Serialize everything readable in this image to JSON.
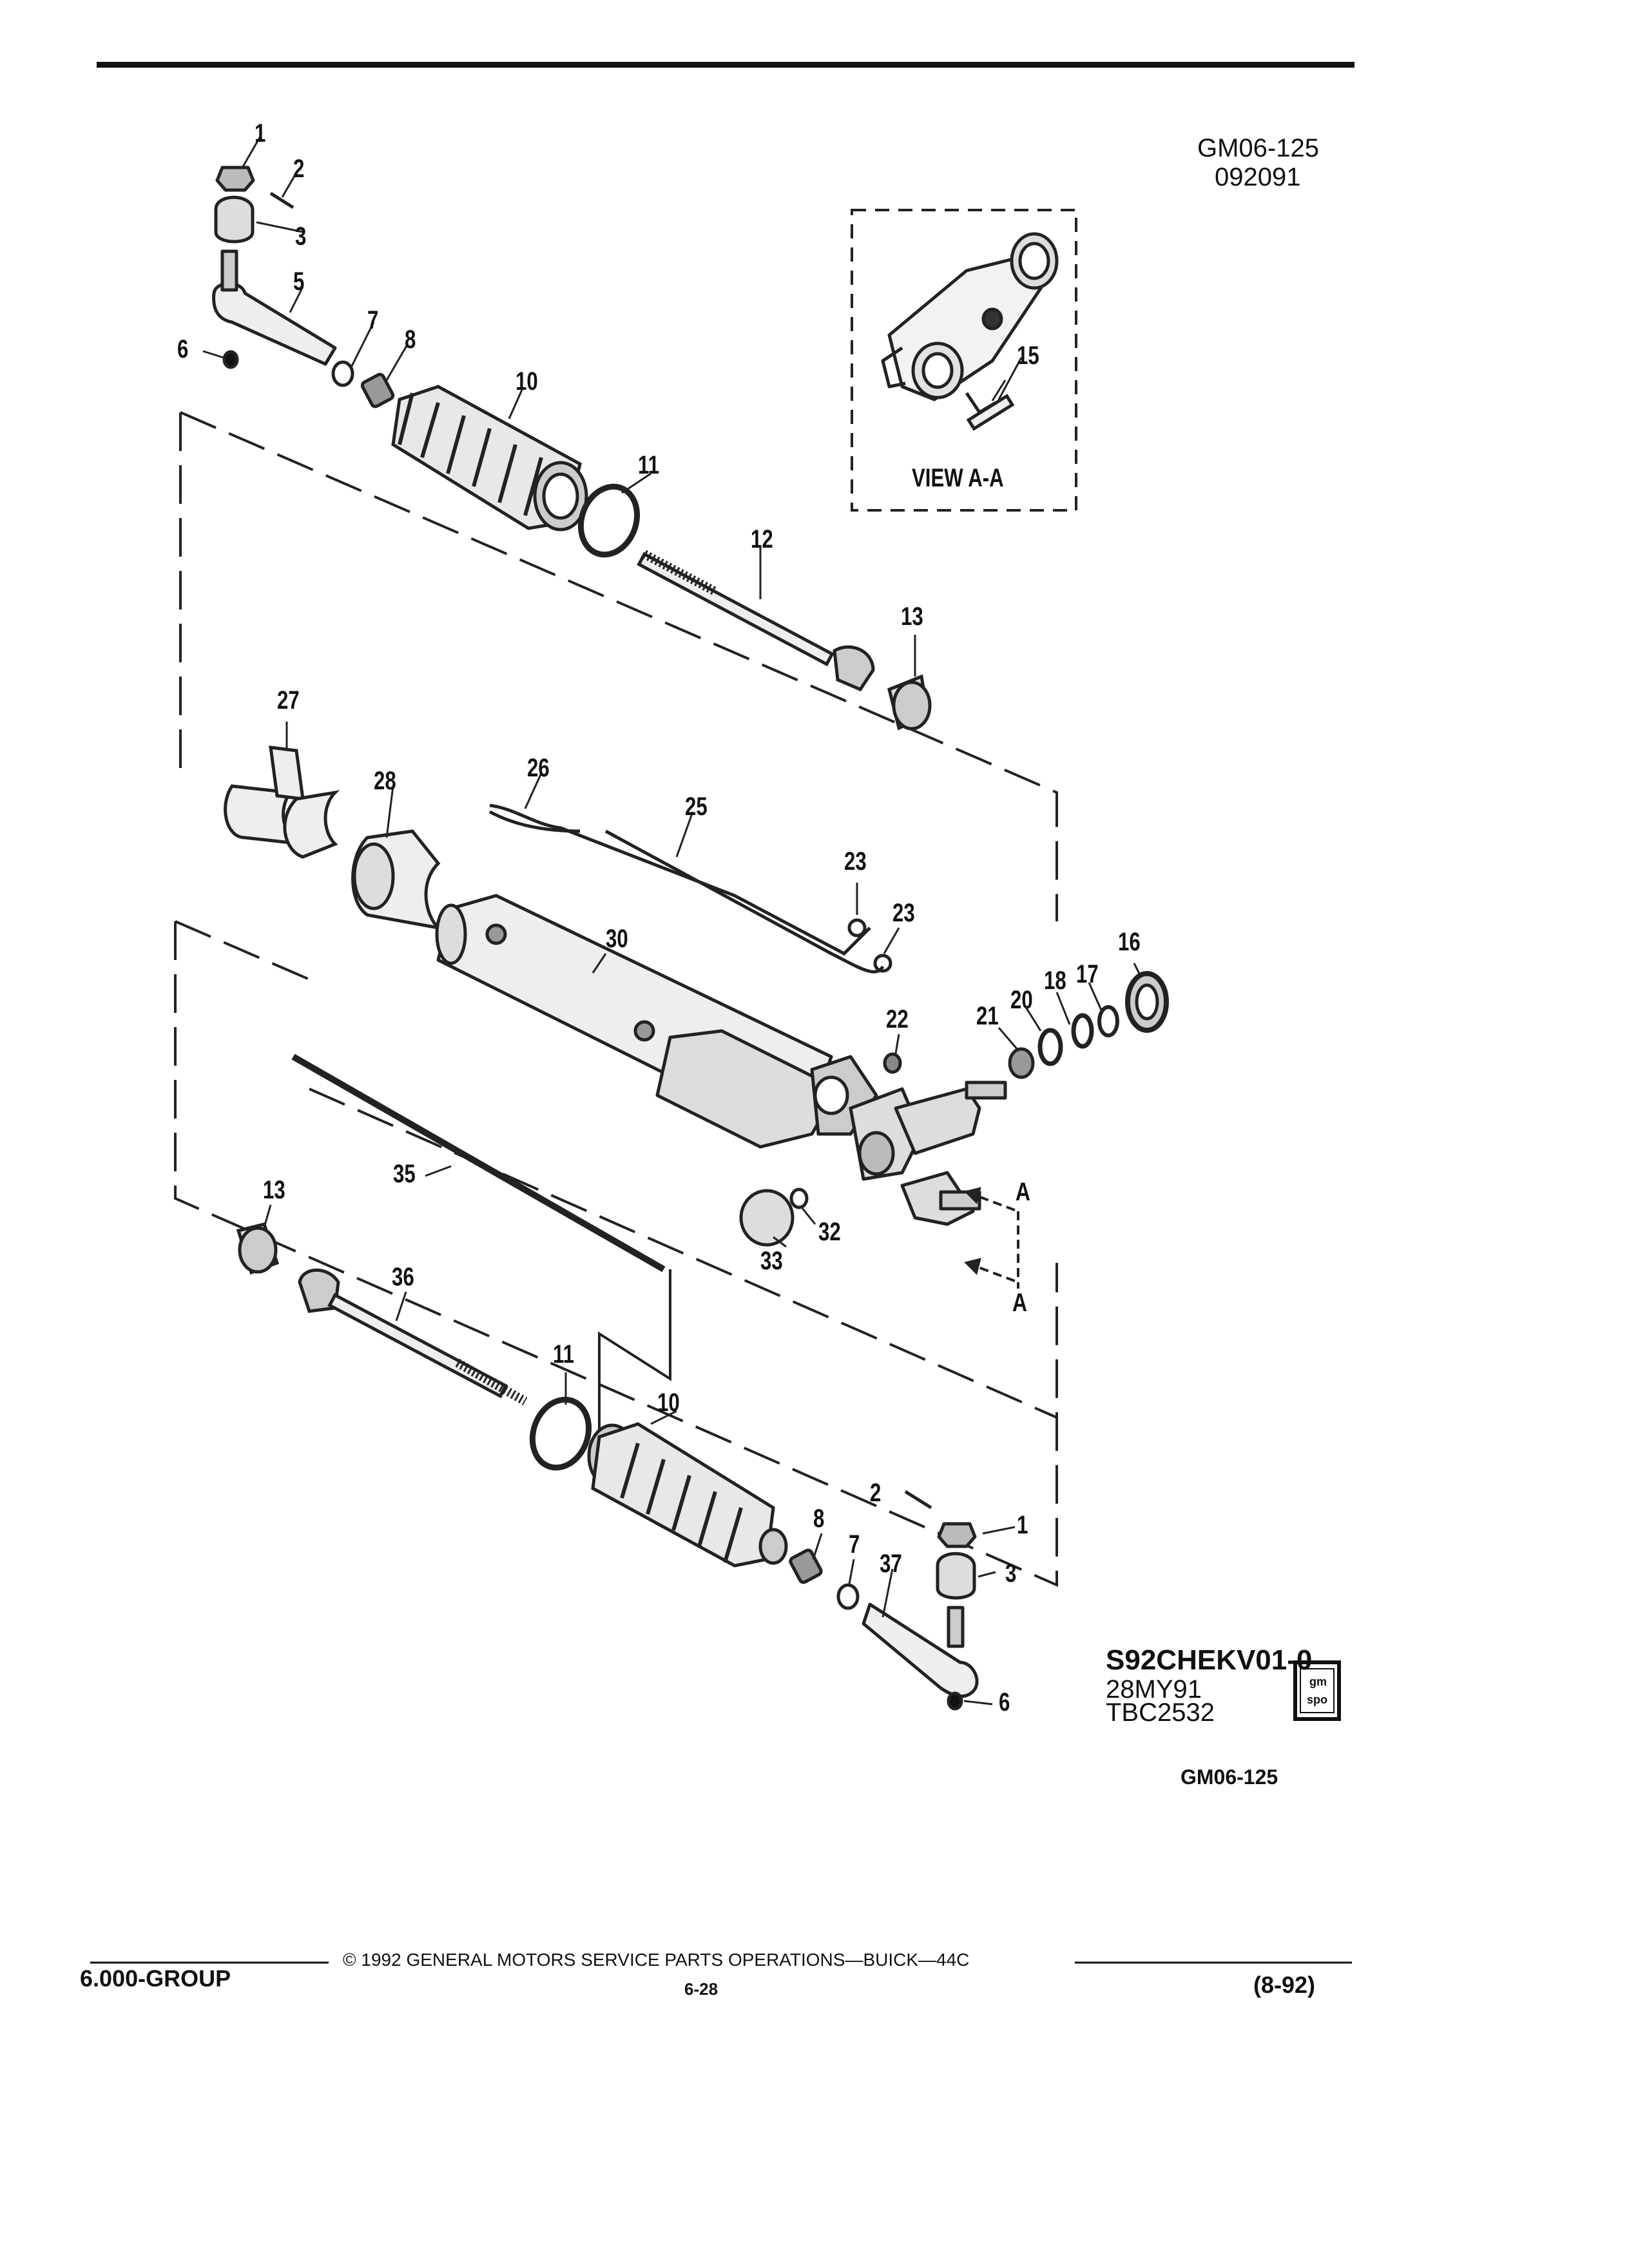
{
  "header": {
    "code": "GM06-125",
    "date": "092091"
  },
  "view_label": "VIEW A-A",
  "section_marker": "A",
  "callouts": [
    "1",
    "2",
    "3",
    "5",
    "6",
    "7",
    "8",
    "10",
    "11",
    "12",
    "13",
    "15",
    "16",
    "17",
    "18",
    "20",
    "21",
    "22",
    "23",
    "25",
    "26",
    "27",
    "28",
    "30",
    "32",
    "33",
    "35",
    "36",
    "37"
  ],
  "catalog": {
    "code": "S92CHEKV01-0",
    "date": "28MY91",
    "ref": "TBC2532",
    "logo_text_1": "gm",
    "logo_text_2": "spo",
    "figure_code": "GM06-125"
  },
  "footer": {
    "group": "6.000-GROUP",
    "copyright": "© 1992 GENERAL MOTORS SERVICE PARTS OPERATIONS—BUICK—44C",
    "page": "6-28",
    "rev": "(8-92)"
  }
}
